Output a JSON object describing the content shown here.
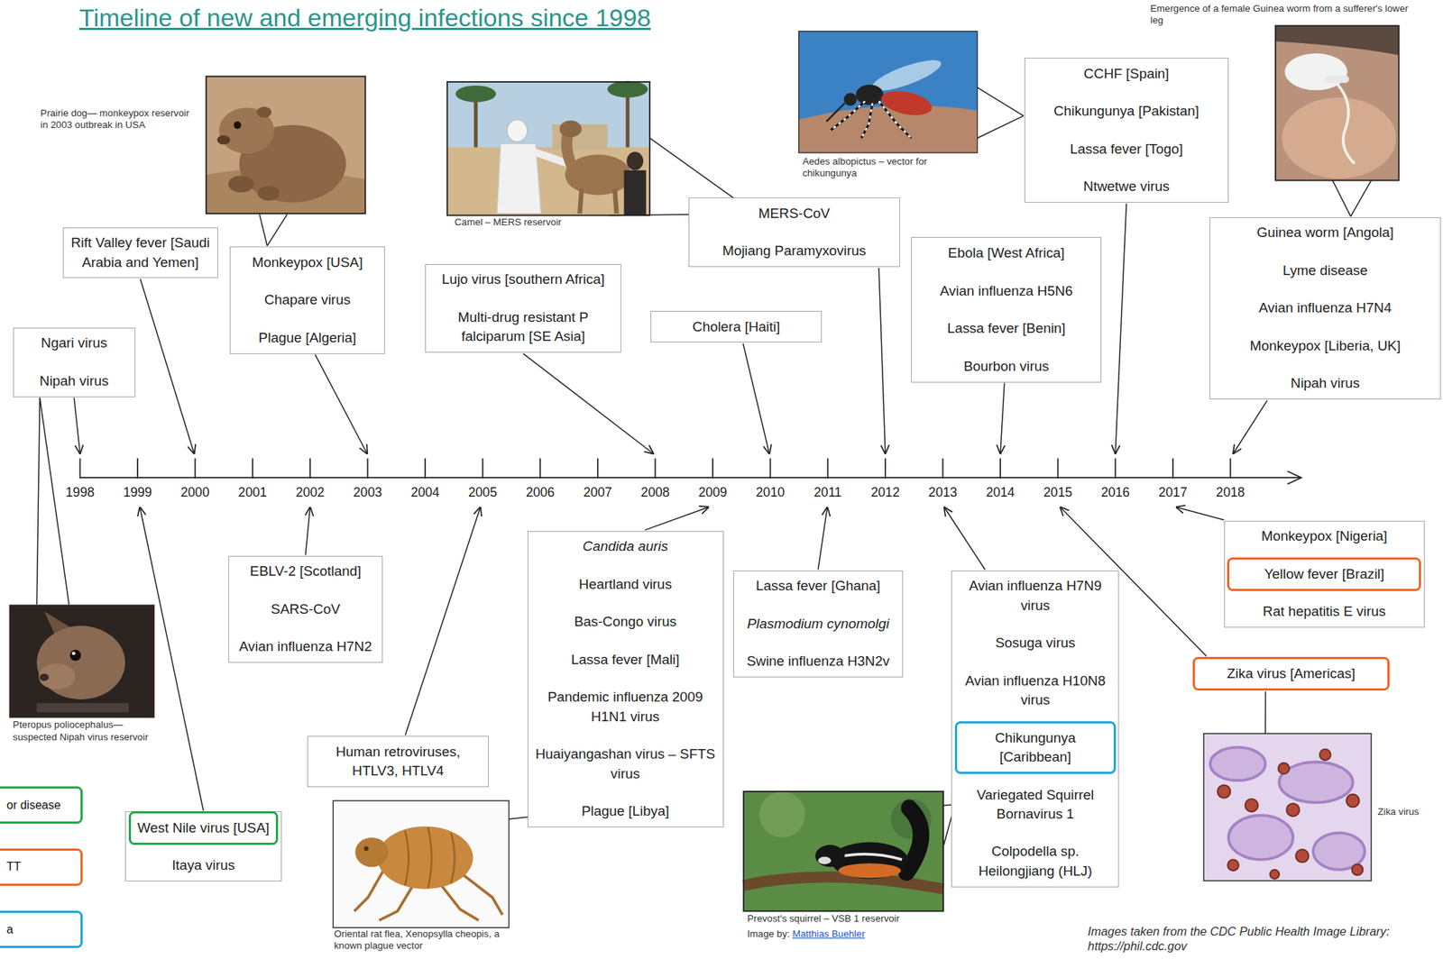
{
  "diagram": {
    "title": "Timeline of new and emerging infections since 1998",
    "nodes": [
      {
        "text": [
          "Ngari virus",
          "Nipah virus"
        ]
      },
      {
        "text": [
          "Rift Valley fever [Saudi Arabia and Yemen]"
        ]
      },
      {
        "text": [
          "Monkeypox [USA]",
          "Chapare virus",
          "Plague [Algeria]"
        ]
      },
      {
        "text": [
          "Lujo virus [southern Africa]",
          "Multi-drug resistant P falciparum [SE Asia]"
        ]
      },
      {
        "text": [
          "MERS-CoV",
          "Mojiang Paramyxovirus"
        ]
      },
      {
        "text": [
          "Cholera [Haiti]"
        ]
      },
      {
        "text": [
          "Ebola [West Africa]",
          "Avian influenza H5N6",
          "Lassa fever [Benin]",
          "Bourbon virus"
        ]
      },
      {
        "text": [
          "CCHF [Spain]",
          "Chikungunya [Pakistan]",
          "Lassa fever [Togo]",
          "Ntwetwe virus"
        ]
      },
      {
        "text": [
          "Guinea worm [Angola]",
          "Lyme disease",
          "Avian influenza H7N4",
          "Monkeypox [Liberia, UK]",
          "Nipah virus"
        ]
      },
      {
        "text": [
          "EBLV-2 [Scotland]",
          "SARS-CoV",
          "Avian influenza H7N2"
        ]
      },
      {
        "text": [
          "Itaya virus"
        ]
      },
      {
        "text": [
          "West Nile virus [USA]"
        ],
        "in": 10
      },
      {
        "text": [
          "Human retroviruses, HTLV3, HTLV4"
        ]
      },
      {
        "text": [
          "Candida auris",
          "Heartland virus",
          "Bas-Congo virus",
          "Lassa fever [Mali]",
          "Pandemic influenza 2009 H1N1 virus",
          "Huaiyangashan virus – SFTS virus",
          "Plague [Libya]"
        ]
      },
      {
        "text": [
          "Lassa fever [Ghana]",
          "Plasmodium cynomolgi",
          "Swine influenza H3N2v"
        ]
      },
      {
        "text": [
          "Avian influenza H7N9 virus",
          "Sosuga virus",
          "Avian influenza H10N8 virus",
          "Variegated Squirrel Bornavirus 1",
          "Colpodella sp. Heilongjiang (HLJ)"
        ]
      },
      {
        "text": [
          "Chikungunya [Caribbean]"
        ],
        "in": 15
      },
      {
        "text": [
          "Monkeypox [Nigeria]",
          "Rat hepatitis E virus"
        ]
      },
      {
        "text": [
          "Yellow fever [Brazil]"
        ],
        "in": 17
      },
      {
        "text": [
          "Zika virus [Americas]"
        ]
      }
    ],
    "labels": [
      "Prairie dog— monkeypox reservoir in 2003 outbreak in USA",
      "Camel – MERS reservoir",
      "Aedes albopictus – vector for chikungunya",
      "Emergence of a female Guinea worm from a sufferer's lower leg",
      "Pteropus poliocephalus— suspected Nipah virus reservoir",
      "Oriental rat flea, Xenopsylla cheopis, a known plague vector",
      "Prevost's squirrel – VSB 1 reservoir",
      "Image by:",
      "Matthias Buehler",
      "Zika virus",
      "Images taken from the CDC Public Health Image Library: https://phil.cdc.gov",
      "1998",
      "1999",
      "2000",
      "2001",
      "2002",
      "2003",
      "2004",
      "2005",
      "2006",
      "2007",
      "2008",
      "2009",
      "2010",
      "2011",
      "2012",
      "2013",
      "2014",
      "2015",
      "2016",
      "2017",
      "2018"
    ],
    "legend": [
      {
        "text": "or disease",
        "color": "#22a84b"
      },
      {
        "text": "TT",
        "color": "#f26522"
      },
      {
        "text": "a",
        "color": "#1ba6e0"
      }
    ]
  }
}
